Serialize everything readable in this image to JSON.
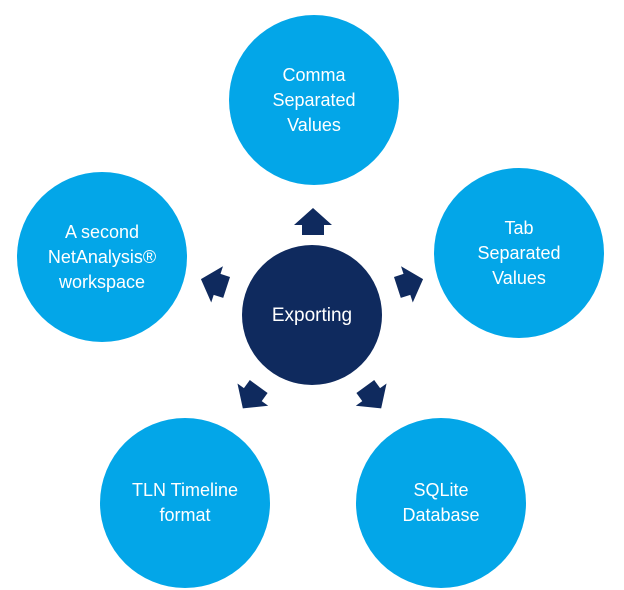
{
  "diagram": {
    "center_label": "Exporting",
    "nodes": [
      {
        "id": "top",
        "label": "Comma\nSeparated\nValues"
      },
      {
        "id": "right",
        "label": "Tab\nSeparated\nValues"
      },
      {
        "id": "bottom_right",
        "label": "SQLite\nDatabase"
      },
      {
        "id": "bottom_left",
        "label": "TLN Timeline\nformat"
      },
      {
        "id": "left",
        "label": "A second\nNetAnalysis®\nworkspace"
      }
    ],
    "colors": {
      "outer_node": "#03a6e8",
      "center_node": "#0f2a5e",
      "arrow": "#0f2a5e",
      "text": "#ffffff"
    },
    "arrow_icon": "block-arrow-icon"
  }
}
